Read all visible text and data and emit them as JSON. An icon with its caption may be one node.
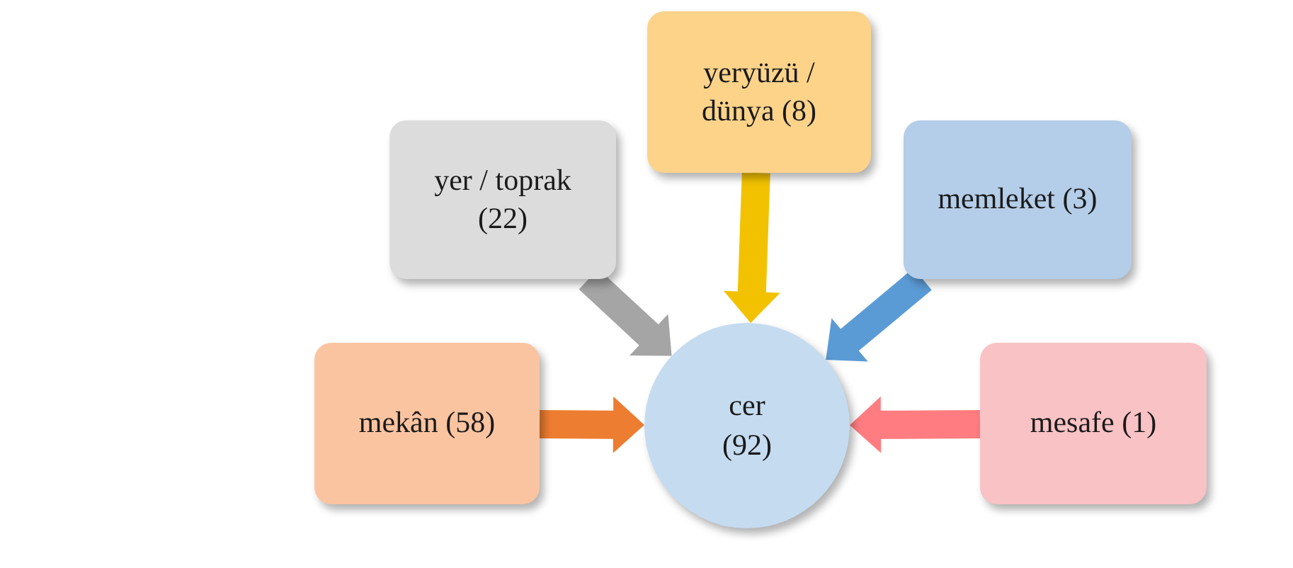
{
  "diagram": {
    "nodes": [
      {
        "text": [
          "yer / toprak (22)"
        ]
      },
      {
        "text": [
          "yeryüzü / dünya (8)"
        ]
      },
      {
        "text": [
          "memleket (3)"
        ]
      },
      {
        "text": [
          "mekân (58)"
        ]
      },
      {
        "text": [
          "cer (92)"
        ]
      },
      {
        "text": [
          "mesafe (1)"
        ]
      }
    ],
    "edges": [
      {
        "from": 0,
        "to": 4,
        "arrow": "to",
        "style": "thick",
        "color": "#a5a5a5"
      },
      {
        "from": 1,
        "to": 4,
        "arrow": "to",
        "style": "thick",
        "color": "#f2c200"
      },
      {
        "from": 2,
        "to": 4,
        "arrow": "to",
        "style": "thick",
        "color": "#5b9bd5"
      },
      {
        "from": 3,
        "to": 4,
        "arrow": "to",
        "style": "thick",
        "color": "#ed7d31"
      },
      {
        "from": 5,
        "to": 4,
        "arrow": "to",
        "style": "thick",
        "color": "#ff7c80"
      }
    ]
  }
}
